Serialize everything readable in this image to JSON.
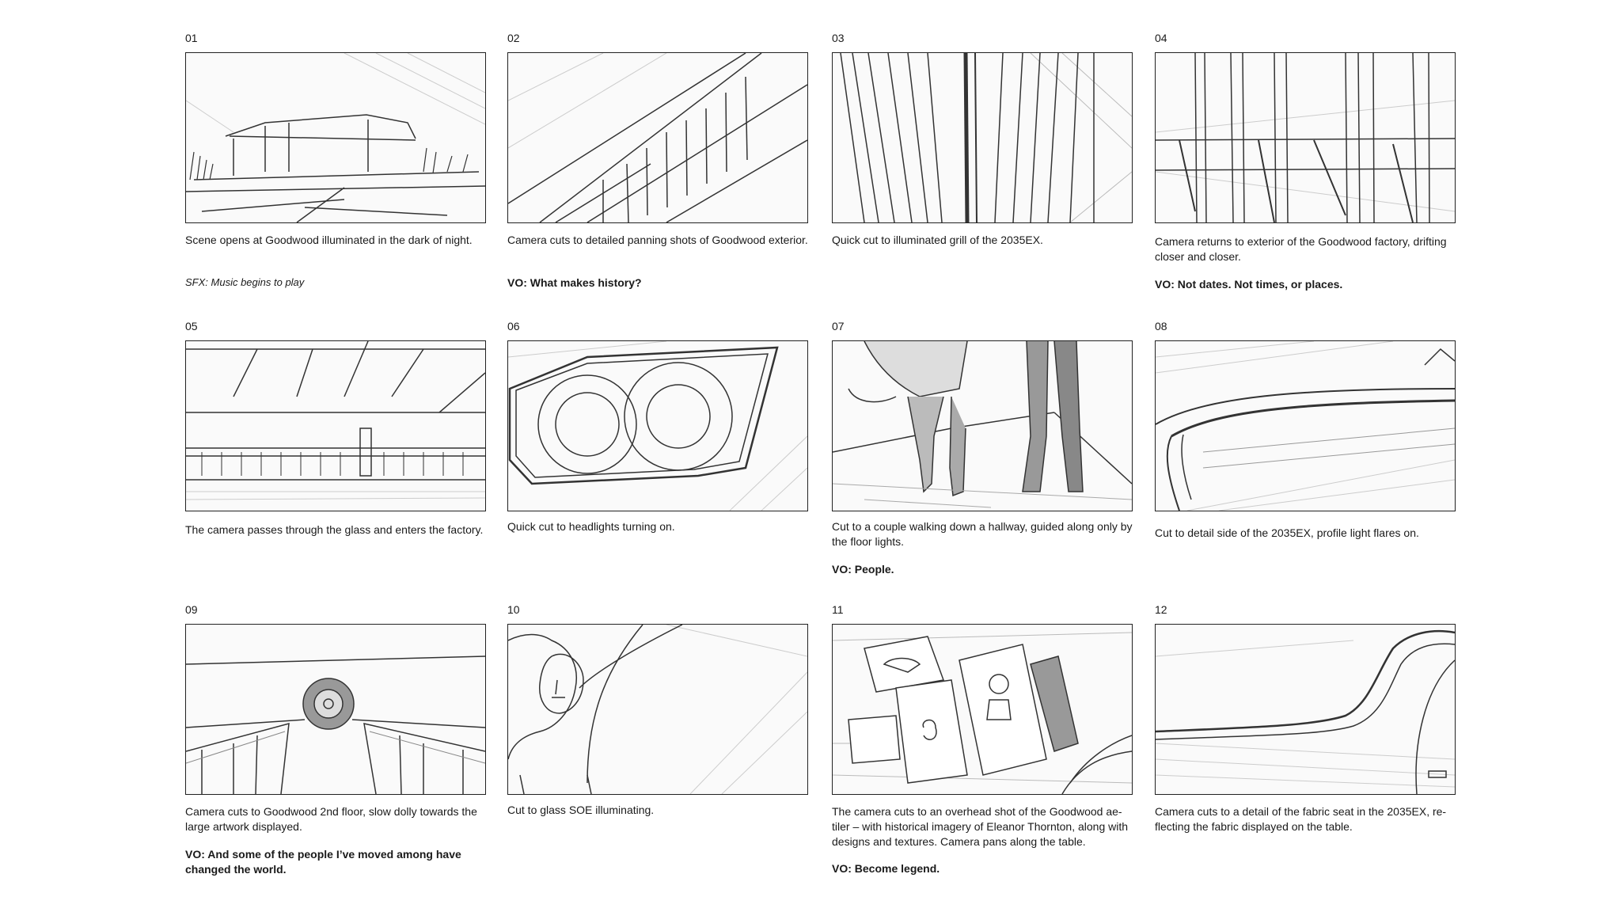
{
  "panels": [
    {
      "num": "01",
      "desc": "Scene opens at Goodwood illuminated in the dark of night.",
      "sfx": "SFX: Music begins to play",
      "vo": ""
    },
    {
      "num": "02",
      "desc": "Camera cuts to detailed panning shots of Goodwood exterior.",
      "sfx": "",
      "vo": "VO: What makes history?"
    },
    {
      "num": "03",
      "desc": "Quick cut to illuminated grill of the 2035EX.",
      "sfx": "",
      "vo": ""
    },
    {
      "num": "04",
      "desc": "Camera returns to exterior of the Goodwood factory, drifting closer and closer.",
      "sfx": "",
      "vo": "VO: Not dates. Not times, or places."
    },
    {
      "num": "05",
      "desc": "The camera passes through the glass and enters the factory.",
      "sfx": "",
      "vo": ""
    },
    {
      "num": "06",
      "desc": "Quick cut to headlights turning on.",
      "sfx": "",
      "vo": ""
    },
    {
      "num": "07",
      "desc": "Cut to a couple walking down a hallway, guided along only by the floor lights.",
      "sfx": "",
      "vo": "VO: People."
    },
    {
      "num": "08",
      "desc": "Cut to detail side of the 2035EX, profile light flares on.",
      "sfx": "",
      "vo": ""
    },
    {
      "num": "09",
      "desc": "Camera cuts to Goodwood 2nd floor, slow dolly towards the large artwork displayed.",
      "sfx": "",
      "vo": "VO: And some of the people I’ve moved among have changed the world."
    },
    {
      "num": "10",
      "desc": "Cut to glass SOE illuminating.",
      "sfx": "",
      "vo": ""
    },
    {
      "num": "11",
      "desc": "The camera cuts to an overhead shot of the Goodwood ae-tiler – with historical imagery of Eleanor Thornton, along with designs and textures. Camera pans along the table.",
      "sfx": "",
      "vo": "VO: Become legend."
    },
    {
      "num": "12",
      "desc": "Camera cuts to a detail of the fabric seat in the 2035EX, re-flecting the fabric displayed on the table.",
      "sfx": "",
      "vo": ""
    }
  ]
}
